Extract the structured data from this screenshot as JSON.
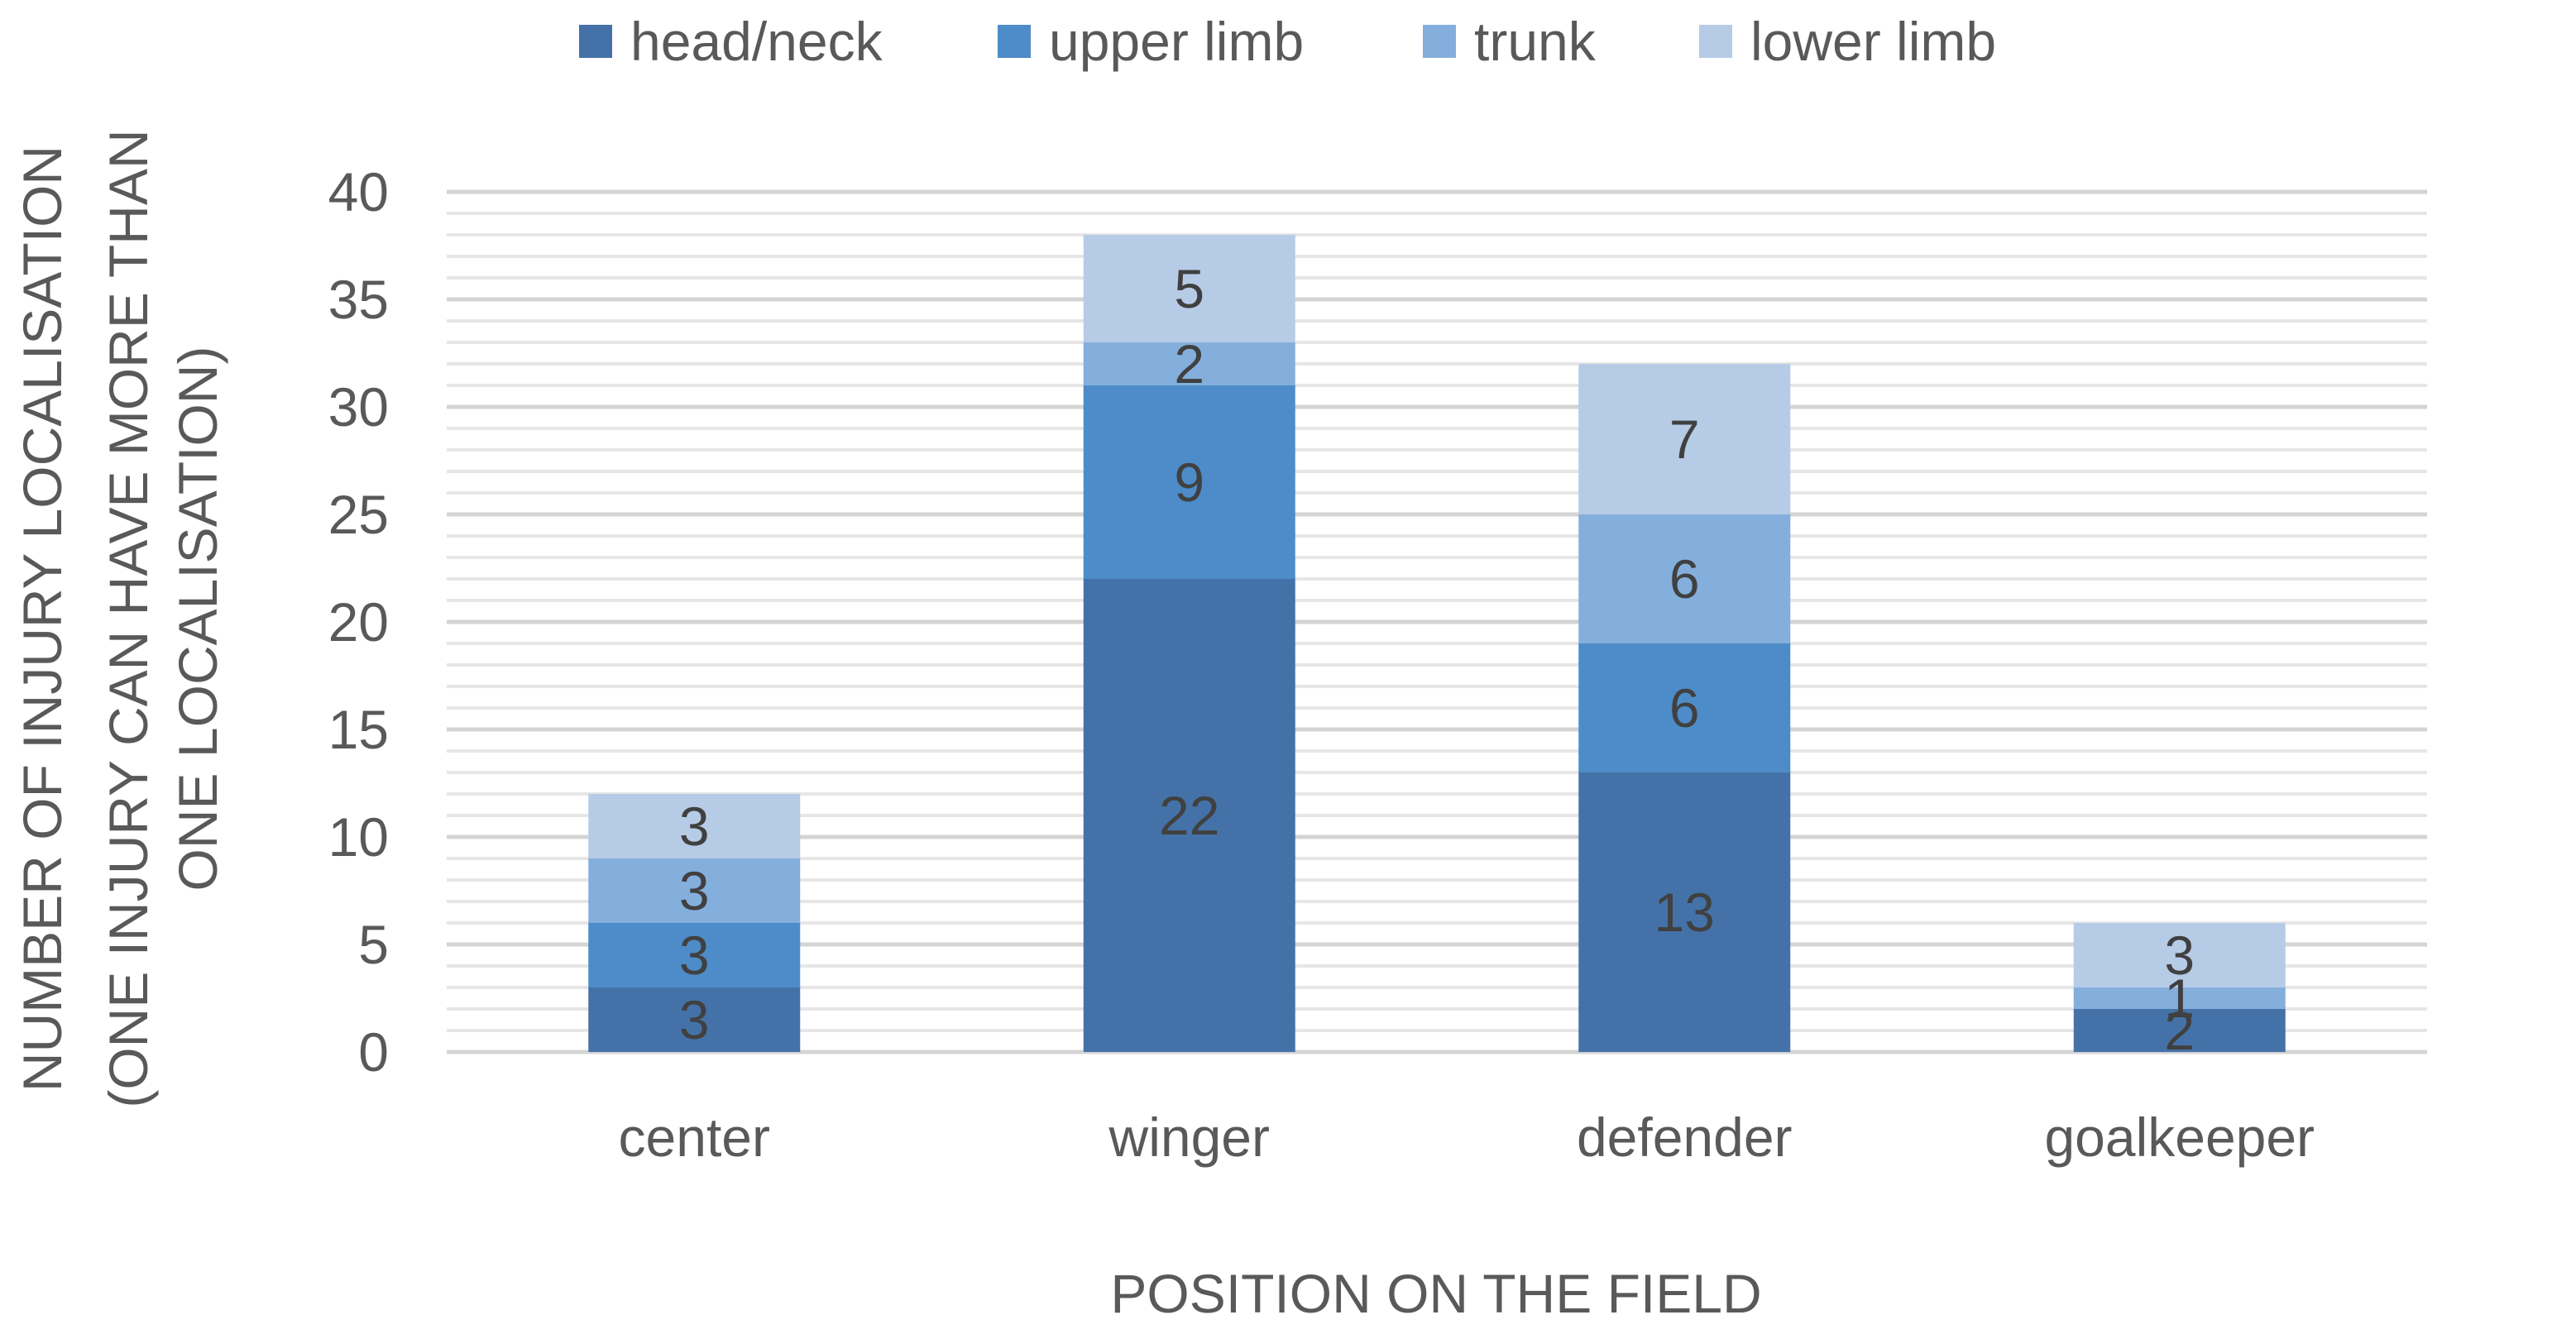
{
  "chart_data": {
    "type": "bar",
    "stacked": true,
    "xlabel": "POSITION ON THE FIELD",
    "ylabel_lines": [
      "NUMBER OF INJURY LOCALISATION",
      "(ONE INJURY CAN HAVE MORE THAN",
      "ONE LOCALISATION)"
    ],
    "categories": [
      "center",
      "winger",
      "defender",
      "goalkeeper"
    ],
    "series": [
      {
        "name": "head/neck",
        "color": "#4472a8",
        "values": [
          3,
          22,
          13,
          2
        ],
        "labels": [
          "3",
          "22",
          "13",
          "2"
        ]
      },
      {
        "name": "upper limb",
        "color": "#4d8cc8",
        "values": [
          3,
          9,
          6,
          0
        ],
        "labels": [
          "3",
          "9",
          "6",
          ""
        ]
      },
      {
        "name": "trunk",
        "color": "#84aedc",
        "values": [
          3,
          2,
          6,
          1
        ],
        "labels": [
          "3",
          "2",
          "6",
          "1"
        ]
      },
      {
        "name": "lower limb",
        "color": "#b6cbe6",
        "values": [
          3,
          5,
          7,
          3
        ],
        "labels": [
          "3",
          "5",
          "7",
          "3"
        ]
      }
    ],
    "ylim": [
      0,
      40
    ],
    "yticks": [
      0,
      5,
      10,
      15,
      20,
      25,
      30,
      35,
      40
    ],
    "grid": true,
    "legend_position": "top"
  }
}
